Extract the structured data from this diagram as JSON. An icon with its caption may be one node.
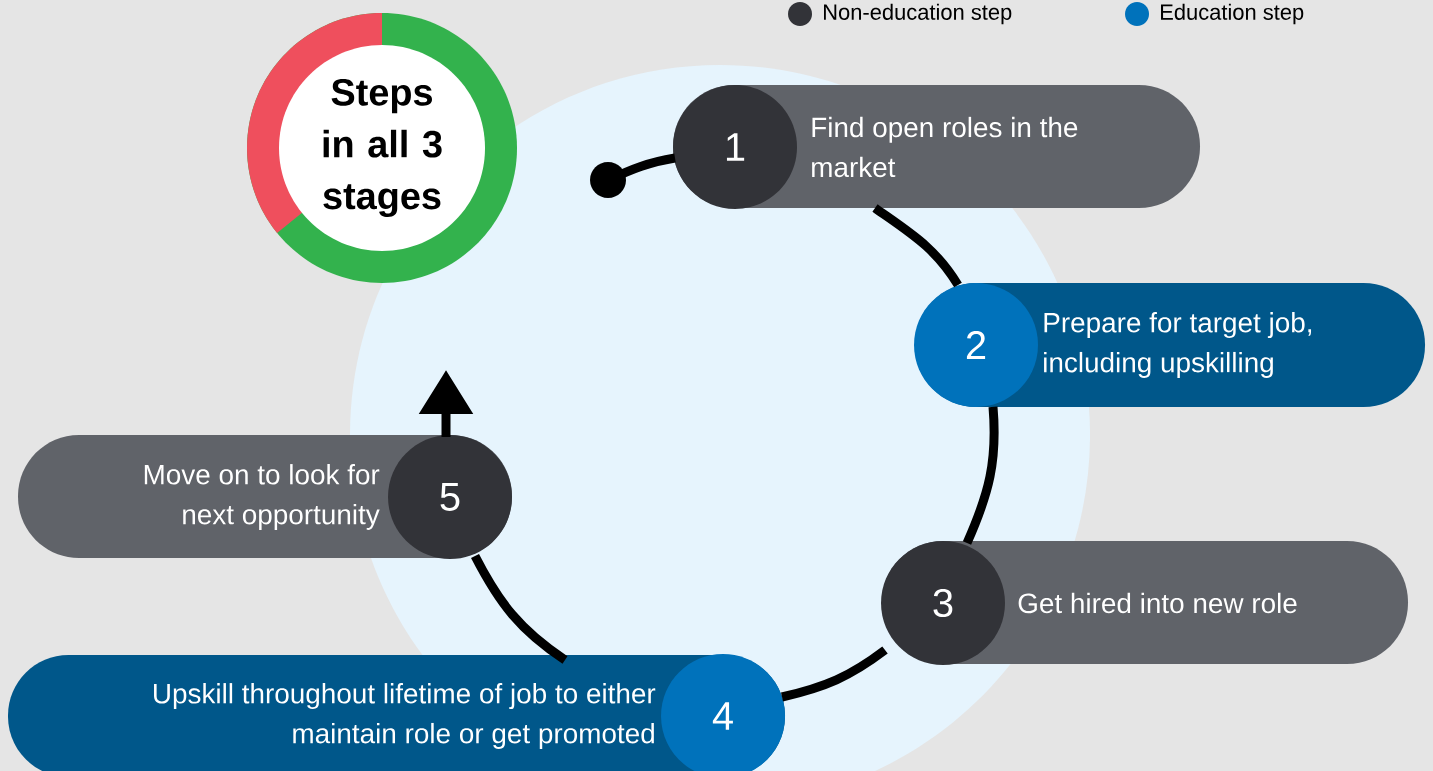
{
  "diagram": {
    "nodes": [
      {
        "text": [
          "Steps in all 3 stages"
        ]
      },
      {
        "text": [
          "1",
          "Find open roles in the market"
        ]
      },
      {
        "text": [
          "2",
          "Prepare for target job, including upskilling"
        ]
      },
      {
        "text": [
          "3",
          "Get hired into new role"
        ]
      },
      {
        "text": [
          "Upskill throughout lifetime of job to either maintain role or get promoted",
          "4"
        ]
      },
      {
        "text": [
          "Move on to look for next opportunity",
          "5"
        ]
      },
      {
        "text": [],
        "shape": "circle"
      }
    ],
    "edges": [
      {
        "from": 6,
        "to": 1,
        "arrow": "none"
      },
      {
        "from": 1,
        "to": 2,
        "arrow": "none"
      },
      {
        "from": 2,
        "to": 3,
        "arrow": "none"
      },
      {
        "from": 3,
        "to": 4,
        "arrow": "none"
      },
      {
        "from": 4,
        "to": 5,
        "arrow": "none"
      },
      {
        "from": 5,
        "to": null,
        "arrow": "to"
      }
    ],
    "legend": [
      {
        "text": "Non-education step",
        "color": "#323338"
      },
      {
        "text": "Education step",
        "color": "#0072bb"
      }
    ]
  }
}
